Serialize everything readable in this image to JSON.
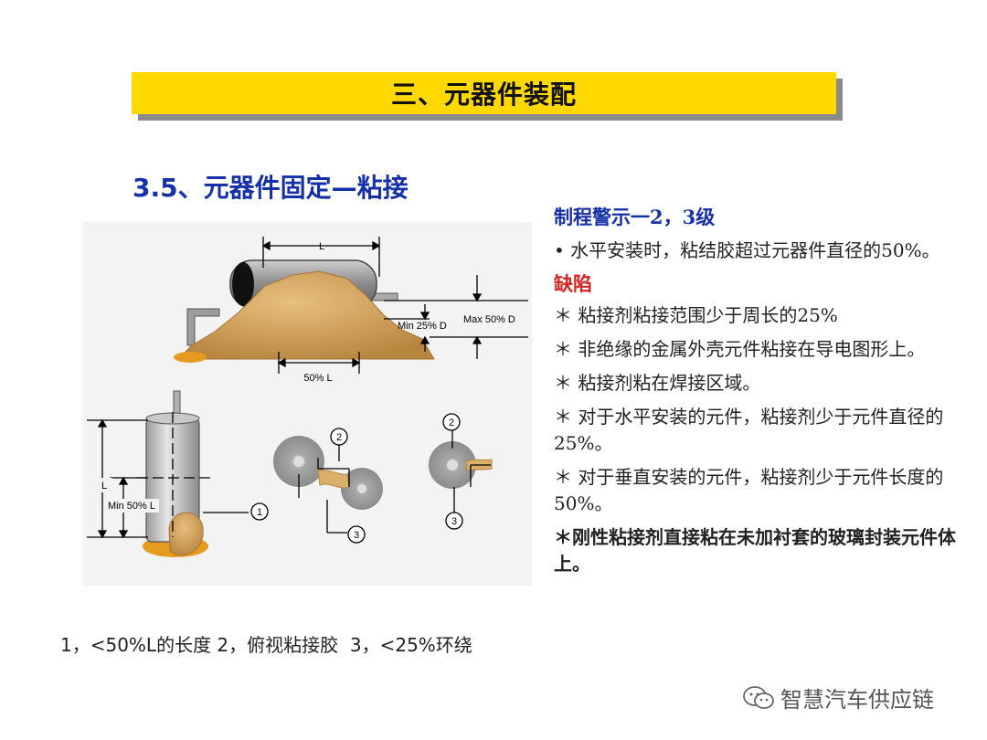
{
  "banner": {
    "title": "三、元器件装配"
  },
  "subtitle": "3.5、元器件固定—粘接",
  "figure": {
    "labels": {
      "L_top": "L",
      "min25": "Min 25% D",
      "max50": "Max 50% D",
      "pct50L": "50% L",
      "L_side": "L",
      "min50L": "Min 50% L",
      "c1": "1",
      "c2a": "2",
      "c2b": "2",
      "c3a": "3",
      "c3b": "3"
    }
  },
  "caption": "1，<50%L的长度 2，俯视粘接胶  3，<25%环绕",
  "right": {
    "heading1": "制程警示一2，3级",
    "bullet1": "•   水平安装时，粘结胶超过元器件直径的50%。",
    "heading2": "缺陷",
    "defects": [
      "＊ 粘接剂粘接范围少于周长的25%",
      "＊ 非绝缘的金属外壳元件粘接在导电图形上。",
      "＊ 粘接剂粘在焊接区域。",
      "＊ 对于水平安装的元件，粘接剂少于元件直径的25%。",
      "＊ 对于垂直安装的元件，粘接剂少于元件长度的50%。"
    ],
    "defect_bold": "＊刚性粘接剂直接粘在未加衬套的玻璃封装元件体上。"
  },
  "watermark": {
    "text": "智慧汽车供应链",
    "icon": "wechat-icon"
  }
}
